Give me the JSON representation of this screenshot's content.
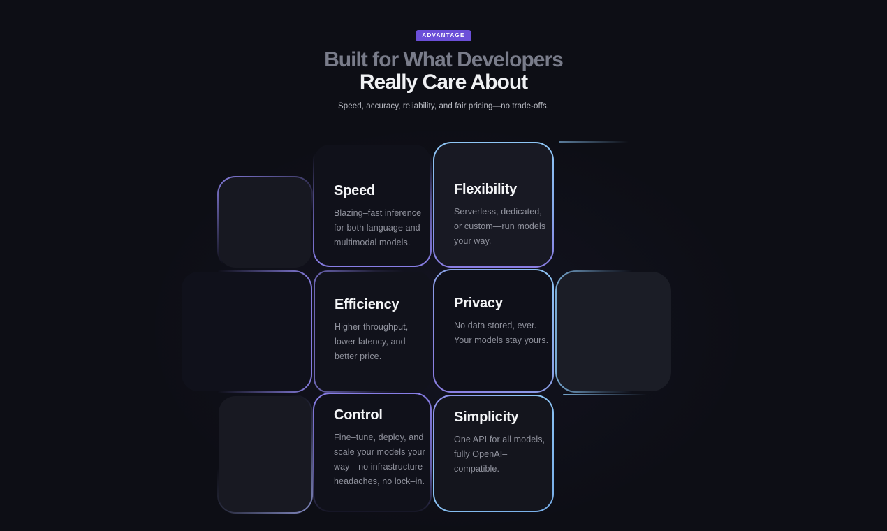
{
  "colors": {
    "background": "#0d0e15",
    "badge_purple": "#6b4fd8",
    "border_purple": "#8a7de4",
    "border_blue": "#8ec6f5",
    "title_muted": "#797c8a",
    "title_white": "#f0f1f4",
    "body_text": "#90929d"
  },
  "header": {
    "badge": "ADVANTAGE",
    "title_line1": "Built for What Developers",
    "title_line2": "Really Care About",
    "subtitle": "Speed, accuracy, reliability, and fair pricing—no trade-offs."
  },
  "cards": [
    {
      "title": "Speed",
      "lines": [
        "Blazing–fast inference",
        "for both language and",
        "multimodal models."
      ],
      "accent": "#8a7de4"
    },
    {
      "title": "Flexibility",
      "lines": [
        "Serverless, dedicated,",
        "or custom—run models",
        "your way."
      ],
      "accent": "#8ec6f5"
    },
    {
      "title": "Efficiency",
      "lines": [
        "Higher throughput,",
        "lower latency, and",
        "better price."
      ],
      "accent": "#8a7de4"
    },
    {
      "title": "Privacy",
      "lines": [
        "No data stored, ever.",
        "Your models stay yours."
      ],
      "accent": "#8ec6f5"
    },
    {
      "title": "Control",
      "lines": [
        "Fine–tune, deploy, and",
        "scale your models your",
        "way—no infrastructure",
        "headaches, no lock–in."
      ],
      "accent": "#8a7de4"
    },
    {
      "title": "Simplicity",
      "lines": [
        "One API for all models,",
        "fully OpenAI–",
        "compatible."
      ],
      "accent": "#8ec6f5"
    }
  ]
}
